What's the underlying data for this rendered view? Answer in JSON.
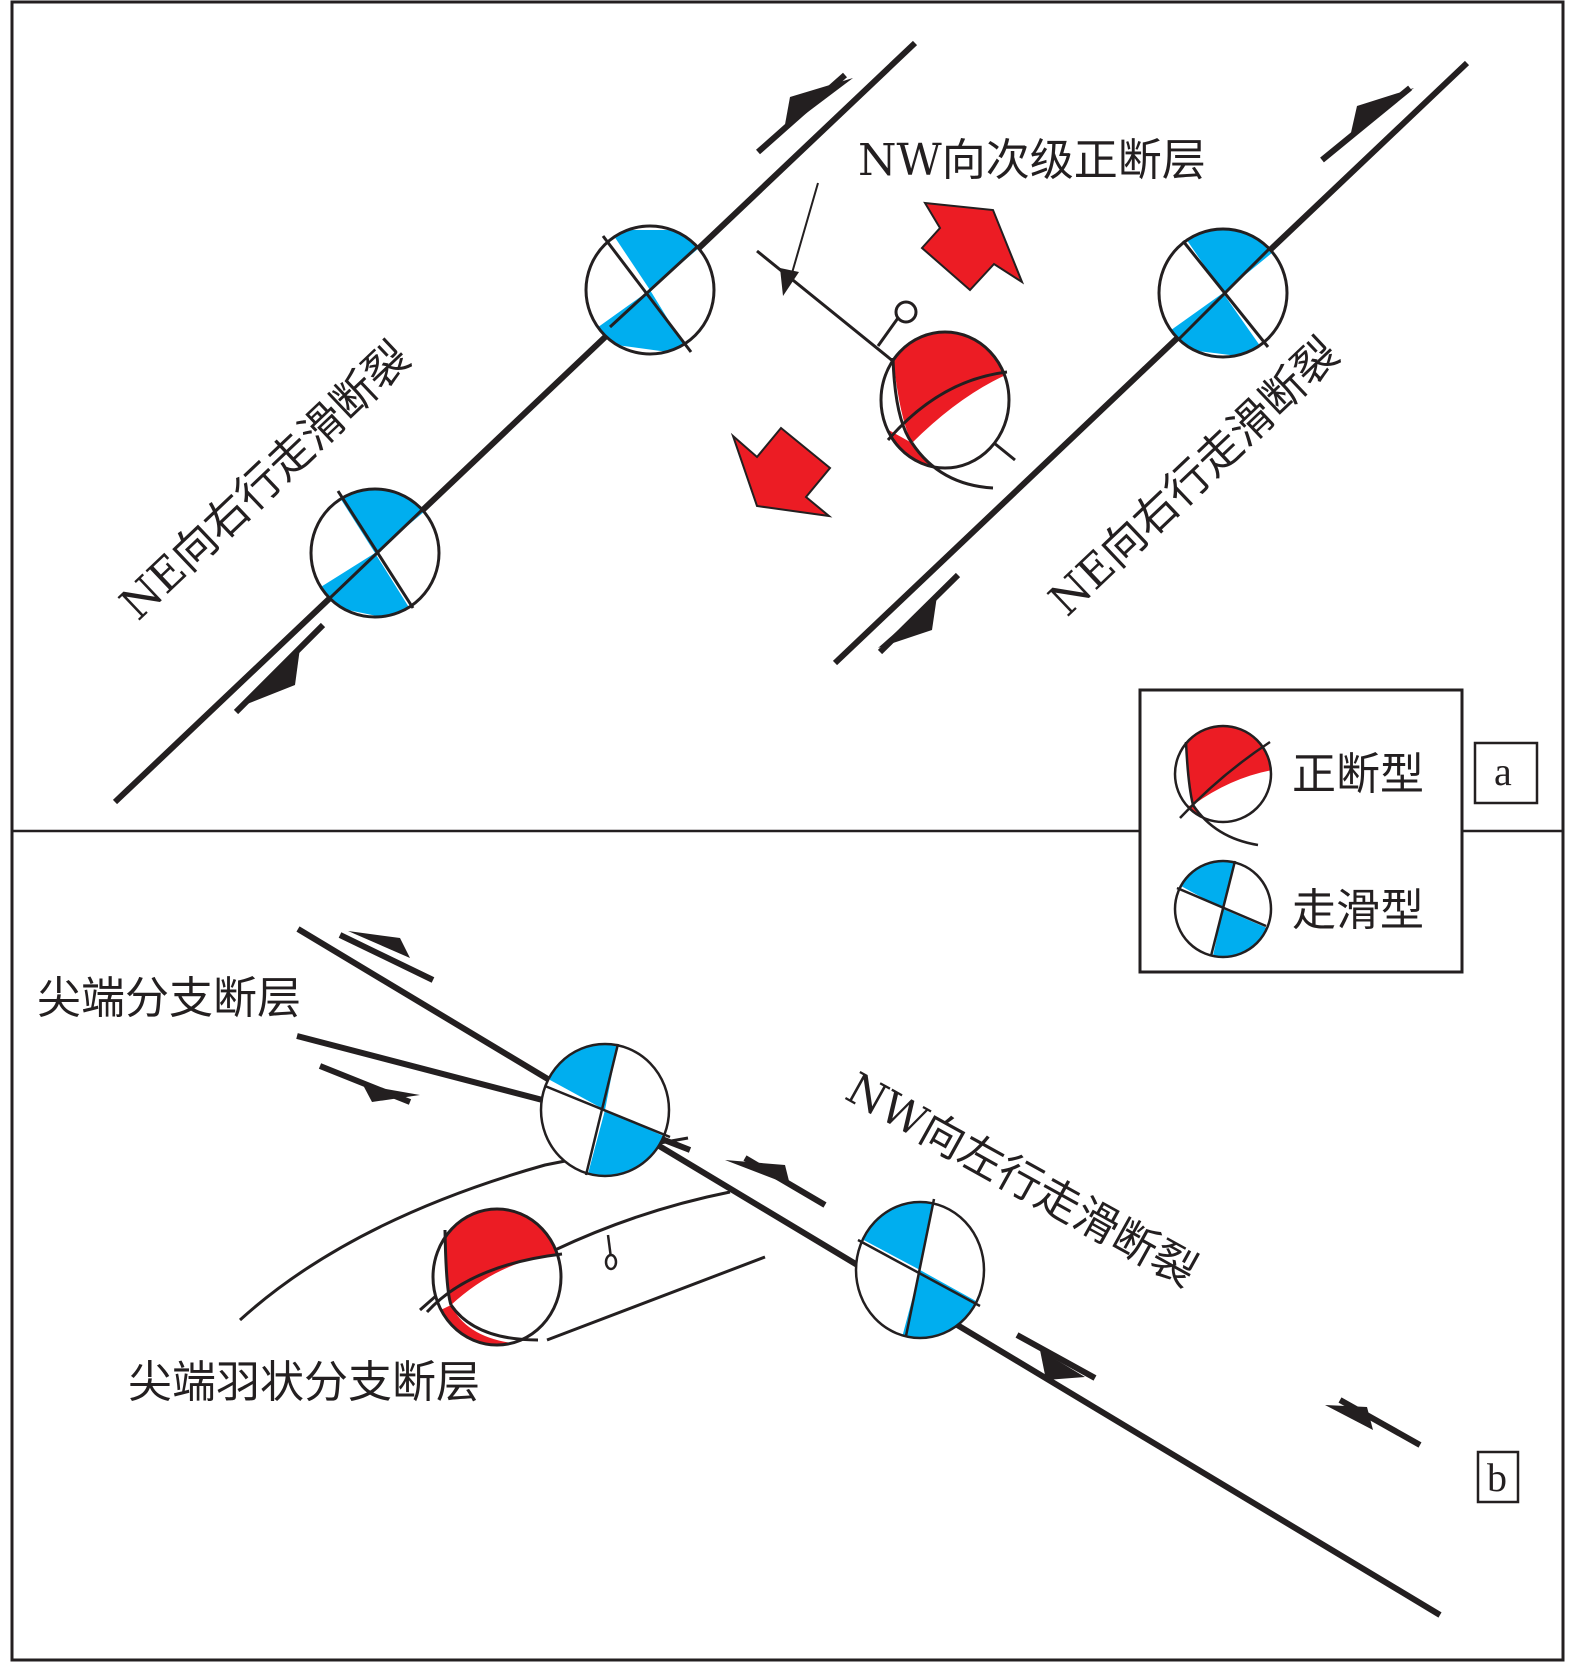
{
  "colors": {
    "normal_fault_fill": "#ec1c24",
    "strike_slip_fill": "#00aeef",
    "line": "#231f20",
    "background": "#ffffff"
  },
  "panel_a": {
    "tag": "a",
    "labels": {
      "ne_fault_left": "NE向右行走滑断裂",
      "ne_fault_right": "NE向右行走滑断裂",
      "nw_normal_fault": "NW向次级正断层"
    }
  },
  "panel_b": {
    "tag": "b",
    "labels": {
      "nw_fault": "NW向左行走滑断裂",
      "tip_branch_fault": "尖端分支断层",
      "tip_feather_fault": "尖端羽状分支断层"
    }
  },
  "legend": {
    "items": [
      {
        "label": "正断型",
        "type": "normal",
        "icon": "beachball-normal-icon"
      },
      {
        "label": "走滑型",
        "type": "strike-slip",
        "icon": "beachball-strike-slip-icon"
      }
    ]
  }
}
